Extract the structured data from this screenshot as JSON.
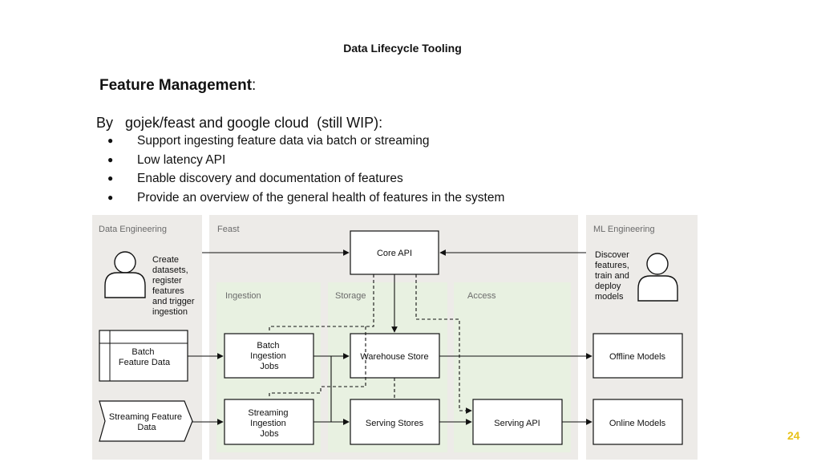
{
  "slide": {
    "title": "Data Lifecycle Tooling",
    "heading_bold": "Feature Management",
    "heading_suffix": ":",
    "by_line": "By   gojek/feast and google cloud  (still WIP):",
    "bullets": [
      "Support ingesting feature data via batch or streaming",
      "Low latency API",
      "Enable discovery and documentation of features",
      "Provide an overview of the general health of features in the system"
    ],
    "page_number": "24"
  },
  "diagram": {
    "colors": {
      "lane_bg": "#edebe8",
      "sub_bg": "#e8f1e1",
      "box_fill": "#ffffff",
      "stroke": "#111111",
      "lane_text": "#6b6b6b",
      "accent": "#e8c21a"
    },
    "lanes": {
      "data_engineering": "Data Engineering",
      "feast": "Feast",
      "ml_engineering": "ML Engineering"
    },
    "sub_lanes": {
      "ingestion": "Ingestion",
      "storage": "Storage",
      "access": "Access"
    },
    "actors": {
      "data_engineer_icon": "person-icon",
      "data_engineer_text": [
        "Create",
        "datasets,",
        "register",
        "features",
        "and trigger",
        "ingestion"
      ],
      "ml_engineer_icon": "person-icon",
      "ml_engineer_text": [
        "Discover",
        "features,",
        "train and",
        "deploy",
        "models"
      ]
    },
    "boxes": {
      "core_api": [
        "Core API"
      ],
      "batch_feature_data": [
        "Batch",
        "Feature Data"
      ],
      "streaming_feature_data": [
        "Streaming Feature",
        "Data"
      ],
      "batch_ingestion_jobs": [
        "Batch",
        "Ingestion",
        "Jobs"
      ],
      "streaming_ingestion_jobs": [
        "Streaming",
        "Ingestion",
        "Jobs"
      ],
      "warehouse_store": [
        "Warehouse Store"
      ],
      "serving_stores": [
        "Serving Stores"
      ],
      "serving_api": [
        "Serving API"
      ],
      "offline_models": [
        "Offline Models"
      ],
      "online_models": [
        "Online Models"
      ]
    }
  }
}
